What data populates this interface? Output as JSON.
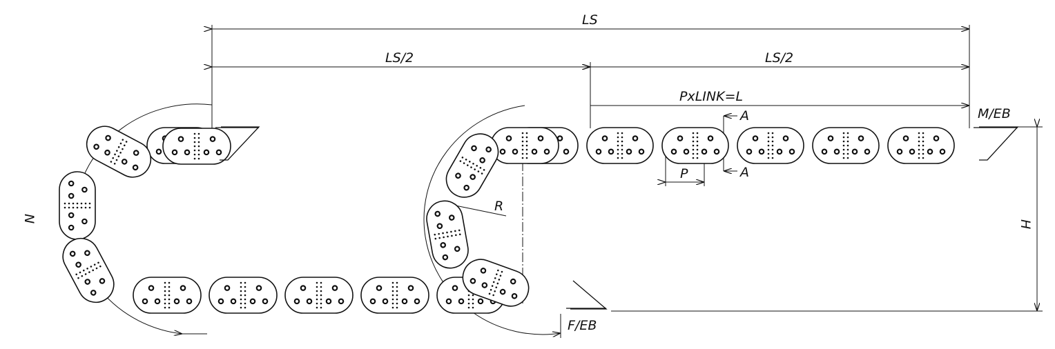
{
  "labels": {
    "ls": "LS",
    "ls_half_left": "LS/2",
    "ls_half_right": "LS/2",
    "pxlink": "PxLINK=L",
    "mount_moving": "M/EB",
    "mount_fixed": "F/EB",
    "section_top": "A",
    "section_bottom": "A",
    "pitch": "P",
    "radius": "R",
    "height": "H",
    "n": "N"
  }
}
